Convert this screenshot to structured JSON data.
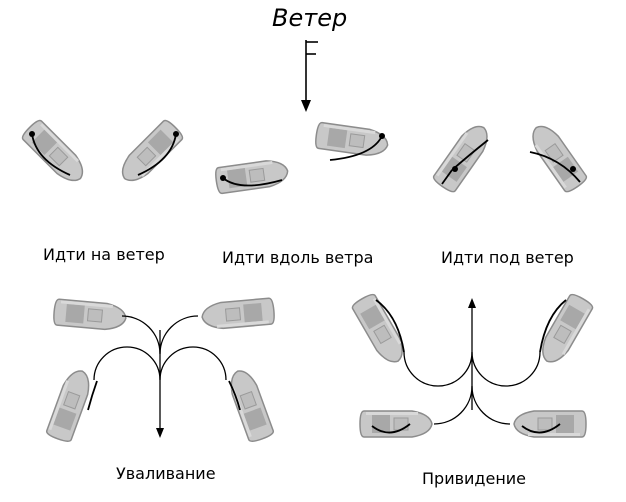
{
  "title": "Ветер",
  "wind_flag": "F",
  "labels": {
    "upwind": "Идти на ветер",
    "along": "Идти вдоль ветра",
    "downwind": "Идти под ветер",
    "bear_away": "Уваливание",
    "luff_up": "Привидение"
  },
  "colors": {
    "hull": "#c8c8c8",
    "hull_edge": "#888888",
    "cabin": "#a6a6a6",
    "deck": "#8a8a8a",
    "line": "#000000"
  }
}
